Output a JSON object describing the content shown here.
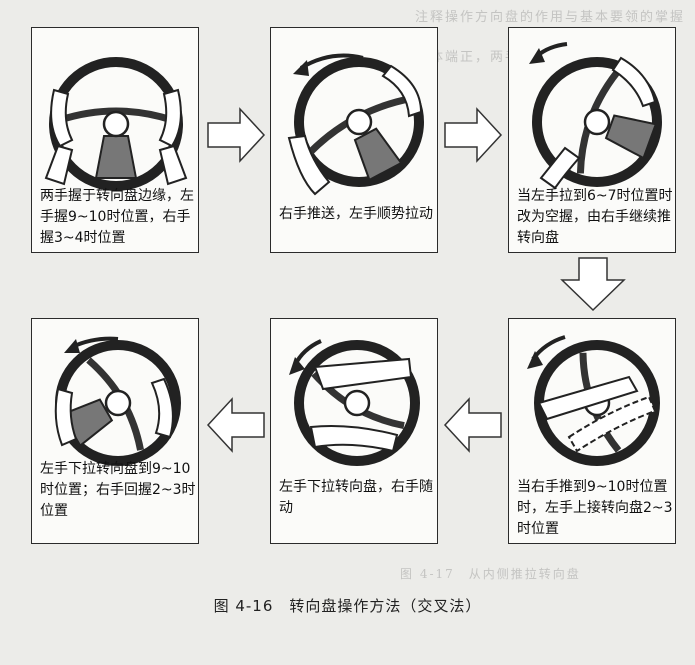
{
  "figure_caption": "图 4-16　转向盘操作方法（交叉法）",
  "steps": [
    {
      "text": "两手握于转向盘边缘，左手握9~10时位置，右手握3~4时位置"
    },
    {
      "text": "右手推送，左手顺势拉动"
    },
    {
      "text": "当左手拉到6~7时位置时改为空握，由右手继续推转向盘"
    },
    {
      "text": "当右手推到9~10时位置时，左手上接转向盘2~3时位置"
    },
    {
      "text": "左手下拉转向盘，右手随动"
    },
    {
      "text": "左手下拉转向盘到9~10时位置；右手回握2~3时位置"
    }
  ]
}
